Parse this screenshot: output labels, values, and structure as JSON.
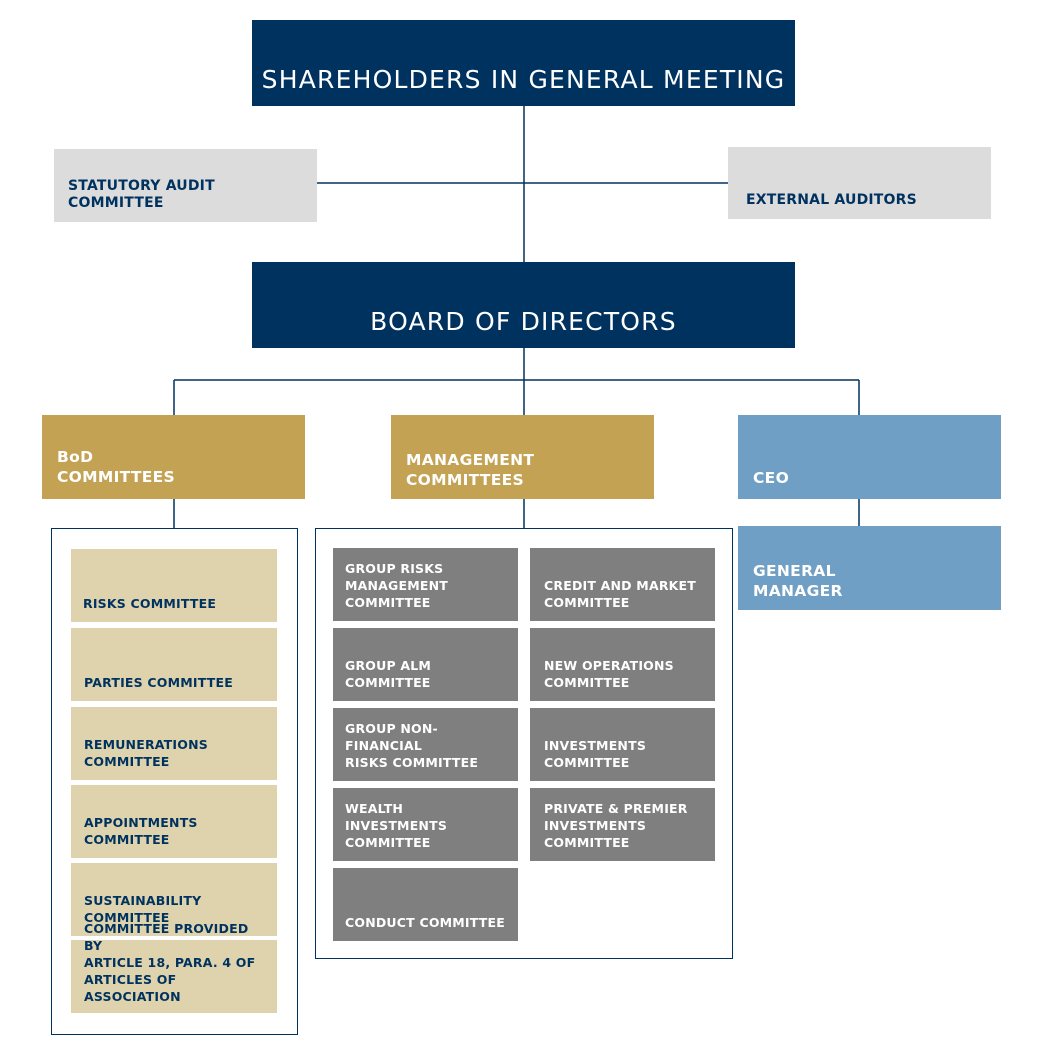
{
  "top": {
    "shareholders": "SHAREHOLDERS IN GENERAL MEETING"
  },
  "audit": {
    "statutory": "STATUTORY AUDIT COMMITTEE",
    "external": "EXTERNAL AUDITORS"
  },
  "board": {
    "title": "BOARD OF DIRECTORS"
  },
  "branches": {
    "bod_committees": "BoD\nCOMMITTEES",
    "management_committees": "MANAGEMENT\nCOMMITTEES",
    "ceo": "CEO",
    "general_manager": "GENERAL\nMANAGER"
  },
  "bod_committees": [
    "RISKS COMMITTEE",
    "PARTIES COMMITTEE",
    "REMUNERATIONS COMMITTEE",
    "APPOINTMENTS COMMITTEE",
    "SUSTAINABILITY COMMITTEE",
    "COMMITTEE PROVIDED BY\nARTICLE 18, PARA. 4 OF\nARTICLES OF ASSOCIATION"
  ],
  "management_committees": [
    "GROUP RISKS\nMANAGEMENT\nCOMMITTEE",
    "CREDIT AND MARKET\nCOMMITTEE",
    "GROUP ALM\nCOMMITTEE",
    "NEW OPERATIONS\nCOMMITTEE",
    "GROUP NON-FINANCIAL\nRISKS COMMITTEE",
    "INVESTMENTS\nCOMMITTEE",
    "WEALTH\nINVESTMENTS\nCOMMITTEE",
    "PRIVATE & PREMIER\nINVESTMENTS\nCOMMITTEE",
    "CONDUCT COMMITTEE"
  ],
  "colors": {
    "navy": "#00325f",
    "light_grey": "#dcdcdc",
    "gold": "#c4a254",
    "blue": "#6f9fc4",
    "cream": "#ded3ad",
    "dark_grey": "#7f7f7f"
  }
}
